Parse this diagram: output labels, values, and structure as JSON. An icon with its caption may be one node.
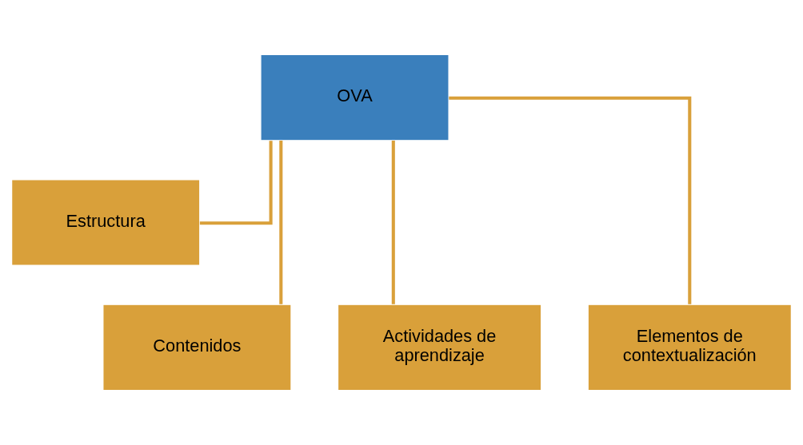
{
  "diagram": {
    "nodes": [
      {
        "text": [
          "OVA"
        ]
      },
      {
        "text": [
          "Estructura"
        ]
      },
      {
        "text": [
          "Contenidos"
        ]
      },
      {
        "text": [
          "Actividades de aprendizaje"
        ]
      },
      {
        "text": [
          "Elementos de contextualización"
        ]
      }
    ],
    "edges": [
      {
        "from": 0,
        "to": 1,
        "arrow": "none"
      },
      {
        "from": 0,
        "to": 2,
        "arrow": "none"
      },
      {
        "from": 0,
        "to": 3,
        "arrow": "none"
      },
      {
        "from": 0,
        "to": 4,
        "arrow": "none"
      }
    ]
  }
}
